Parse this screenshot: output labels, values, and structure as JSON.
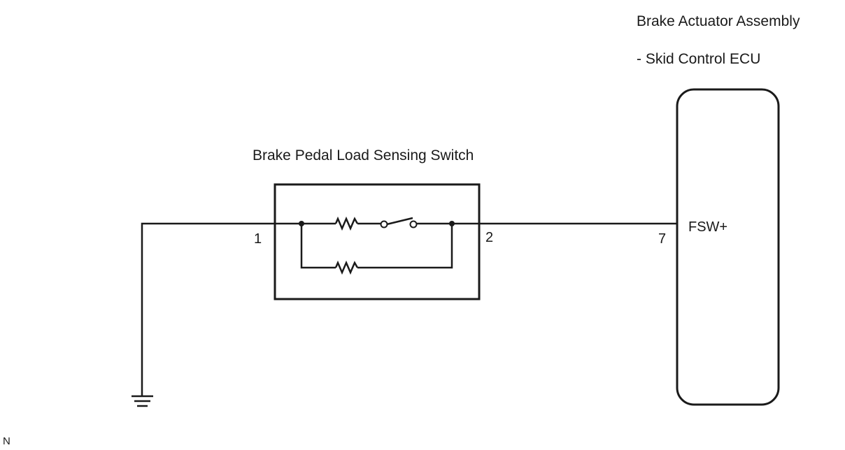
{
  "ecu": {
    "title_line1": "Brake Actuator Assembly",
    "title_line2": "- Skid Control ECU",
    "terminal_pin": "7",
    "terminal_name": "FSW+"
  },
  "switch": {
    "title": "Brake Pedal Load Sensing Switch",
    "pin_left": "1",
    "pin_right": "2"
  },
  "footer_code": "N"
}
